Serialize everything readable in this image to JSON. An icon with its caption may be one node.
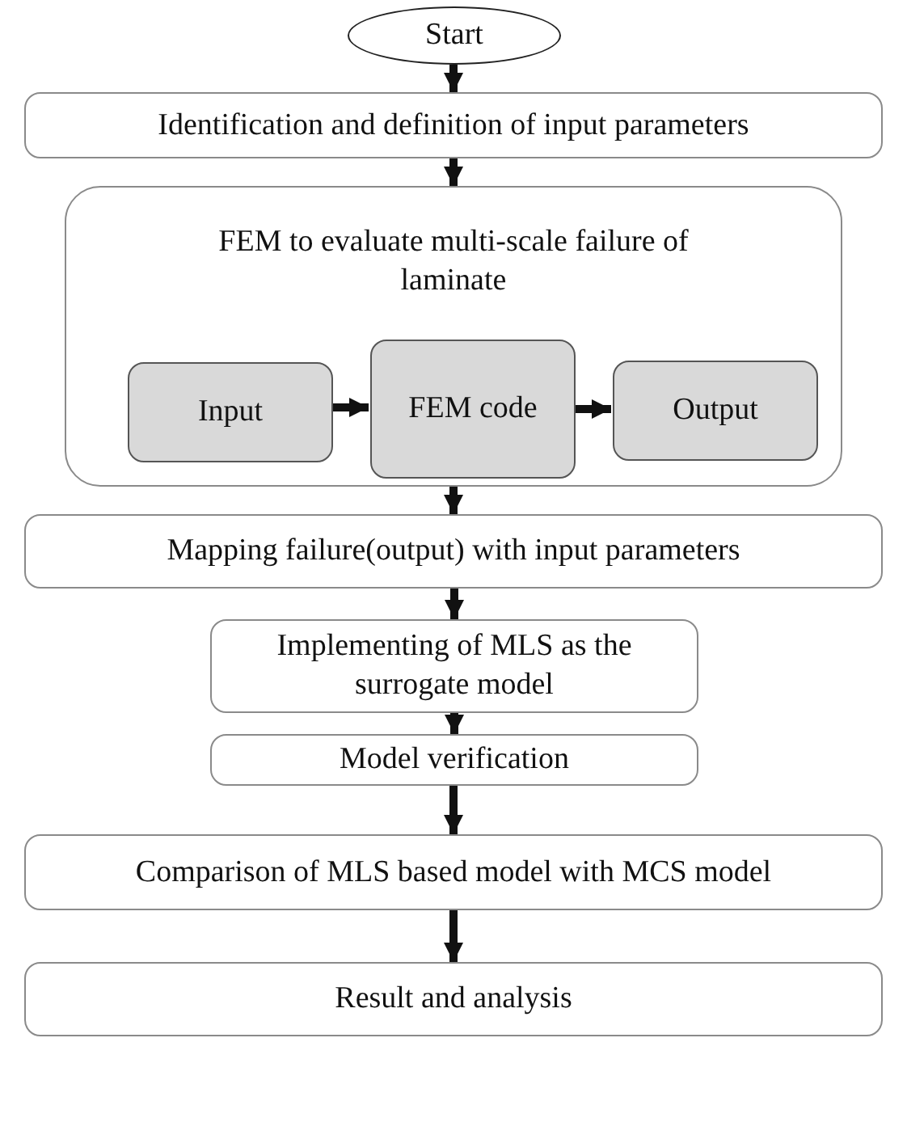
{
  "diagram": {
    "nodes": [
      {
        "text": [
          "Start"
        ]
      },
      {
        "text": [
          "Identification and definition of input parameters"
        ]
      },
      {
        "text": [
          "FEM to evaluate multi-scale failure of laminate"
        ]
      },
      {
        "text": [
          "Input"
        ],
        "in": 2
      },
      {
        "text": [
          "FEM code"
        ],
        "in": 2
      },
      {
        "text": [
          "Output"
        ],
        "in": 2
      },
      {
        "text": [
          "Mapping failure(output) with input parameters"
        ]
      },
      {
        "text": [
          "Implementing of MLS as the surrogate model"
        ]
      },
      {
        "text": [
          "Model verification"
        ]
      },
      {
        "text": [
          "Comparison of MLS based model with MCS model"
        ]
      },
      {
        "text": [
          "Result and analysis"
        ]
      }
    ],
    "edges": [
      {
        "from": 0,
        "to": 1,
        "arrow": "to"
      },
      {
        "from": 1,
        "to": 2,
        "arrow": "to"
      },
      {
        "from": 3,
        "to": 4,
        "arrow": "to"
      },
      {
        "from": 4,
        "to": 5,
        "arrow": "to"
      },
      {
        "from": 2,
        "to": 6,
        "arrow": "to"
      },
      {
        "from": 6,
        "to": 7,
        "arrow": "to"
      },
      {
        "from": 7,
        "to": 8,
        "arrow": "to"
      },
      {
        "from": 8,
        "to": 9,
        "arrow": "to"
      },
      {
        "from": 9,
        "to": 10,
        "arrow": "to"
      }
    ]
  }
}
